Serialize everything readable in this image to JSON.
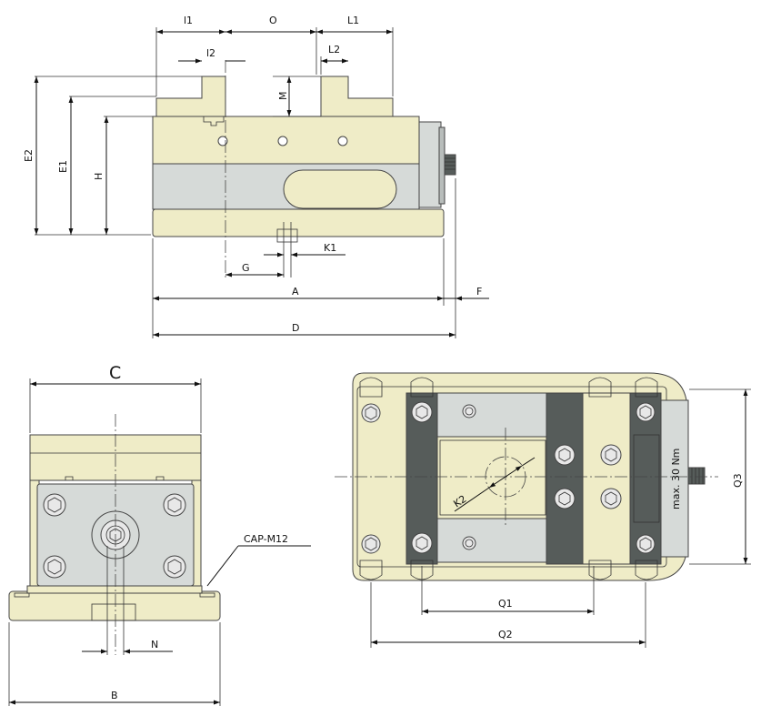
{
  "labels": {
    "l1": "l1",
    "o": "O",
    "L1": "L1",
    "l2": "l2",
    "L2": "L2",
    "m": "M",
    "e2": "E2",
    "e1": "E1",
    "h": "H",
    "k1": "K1",
    "g": "G",
    "a": "A",
    "f": "F",
    "d": "D",
    "c": "C",
    "cap": "CAP-M12",
    "n": "N",
    "b": "B",
    "k2": "K2",
    "torque": "max. 30 Nm",
    "q3": "Q3",
    "q1": "Q1",
    "q2": "Q2"
  },
  "colors": {
    "cream": "#efecc7",
    "grey": "#d6dad8",
    "dark": "#565c5a",
    "line": "#111111"
  }
}
